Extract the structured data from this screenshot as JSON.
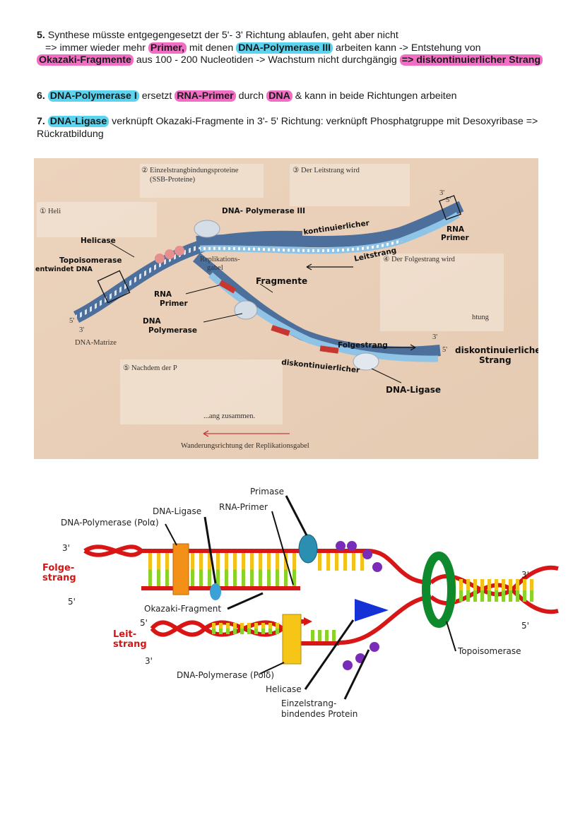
{
  "p5": {
    "num": "5.",
    "t1": " Synthese müsste entgegengesetzt der 5'- 3' Richtung ablaufen, geht aber nicht",
    "t2": "=> immer wieder mehr ",
    "h_primer": "Primer,",
    "t3": " mit denen ",
    "h_pol3": "DNA-Polymerase III",
    "t4": " arbeiten kann -> Entstehung von",
    "h_okazaki": "Okazaki-Fragmente",
    "t5": " aus 100 - 200 Nucleotiden -> Wachstum nicht durchgängig ",
    "h_disk": "=> diskontinuierlicher Strang"
  },
  "p6": {
    "num": "6.",
    "h_pol1": "DNA-Polymerase I",
    "t1": " ersetzt ",
    "h_rna": "RNA-Primer",
    "t2": " durch ",
    "h_dna": "DNA",
    "t3": " & kann in beide Richtungen arbeiten"
  },
  "p7": {
    "num": "7.",
    "h_ligase": "DNA-Ligase",
    "t1": " verknüpft Okazaki-Fragmente in 3'- 5' Richtung: verknüpft Phosphatgruppe mit Desoxyribase => Rückratbildung"
  },
  "fig1": {
    "print_ssb": "② Einzelstrangbindungsproteine",
    "print_ssb2": "(SSB-Proteine)",
    "print_leit": "③ Der Leitstrang wird",
    "print_heli": "① Heli",
    "print_folge": "④ Der Folgestrang wird",
    "print_gabel1": "Replikations-",
    "print_gabel2": "gabel",
    "print_matrize": "DNA-Matrize",
    "print_nachdem": "⑤ Nachdem der P",
    "print_zusammen": "...ang zusammen.",
    "print_richtung": "Wanderungsrichtung der Replikationsgabel",
    "print_end": "htung",
    "print_5a": "5'",
    "print_3a": "3'",
    "print_5b": "5'",
    "print_3b": "3'",
    "print_5c": "5'",
    "print_3c": "3'",
    "hand_pol3": "DNA- Polymerase III",
    "hand_helicase": "Helicase",
    "hand_topo1": "Topoisomerase",
    "hand_topo2": "entwindet DNA",
    "hand_kont": "kontinuierlicher",
    "hand_leit": "Leitstrang",
    "hand_rna1": "RNA",
    "hand_rna2": "Primer",
    "hand_fragmente": "Fragmente",
    "hand_rnap1": "RNA",
    "hand_rnap2": "Primer",
    "hand_dnap1": "DNA",
    "hand_dnap2": "Polymerase",
    "hand_folge": "Folgestrang",
    "hand_disk": "diskontinuierlicher",
    "hand_disk2a": "diskontinuierliche",
    "hand_disk2b": "Strang",
    "hand_ligase": "DNA-Ligase"
  },
  "fig2": {
    "primase": "Primase",
    "dna_ligase": "DNA-Ligase",
    "rna_primer": "RNA-Primer",
    "pol_a": "DNA-Polymerase (Polα)",
    "folge1": "Folge-",
    "folge2": "strang",
    "leit1": "Leit-",
    "leit2": "strang",
    "okazaki": "Okazaki-Fragment",
    "pol_d": "DNA-Polymerase (Polδ)",
    "helicase": "Helicase",
    "ssb1": "Einzelstrang-",
    "ssb2": "bindendes Protein",
    "topo": "Topoisomerase",
    "p3a": "3'",
    "p5a": "5'",
    "p5b": "5'",
    "p3b": "3'",
    "p3c": "3'",
    "p5c": "5'"
  }
}
